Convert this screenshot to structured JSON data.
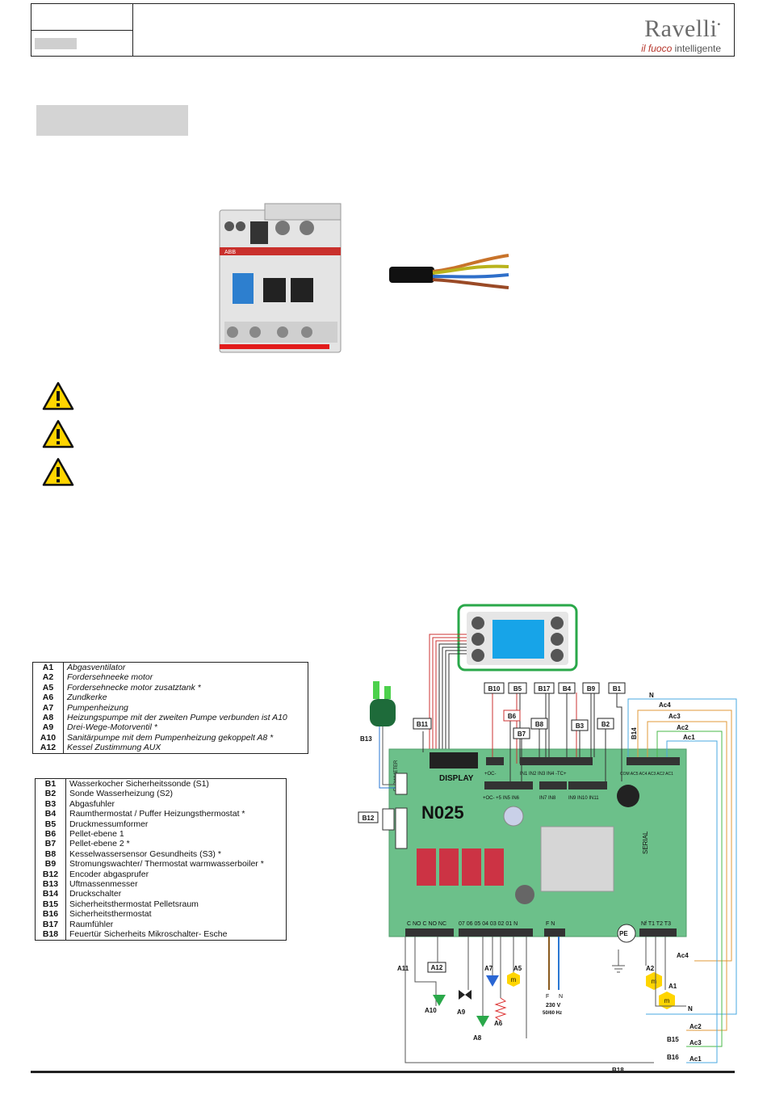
{
  "header": {
    "brand": "Ravelli",
    "tagline_italic": "il fuoco",
    "tagline_rest": "intelligente"
  },
  "breaker_brand": "ABB",
  "table_a": [
    {
      "code": "A1",
      "desc": "Abgasventilator"
    },
    {
      "code": "A2",
      "desc": "Fordersehneeke motor"
    },
    {
      "code": "A5",
      "desc": "Fordersehnecke motor zusatztank *"
    },
    {
      "code": "A6",
      "desc": "Zundkerke"
    },
    {
      "code": "A7",
      "desc": "Pumpenheizung"
    },
    {
      "code": "A8",
      "desc": "Heizungspumpe mit der zweiten Pumpe verbunden ist A10"
    },
    {
      "code": "A9",
      "desc": "Drei-Wege-Motorventil *"
    },
    {
      "code": "A10",
      "desc": "Sanitärpumpe mit dem Pumpenheizung gekoppelt A8 *"
    },
    {
      "code": "A12",
      "desc": "Kessel Zustimmung AUX"
    }
  ],
  "table_b": [
    {
      "code": "B1",
      "desc": "Wasserkocher Sicherheitssonde (S1)"
    },
    {
      "code": "B2",
      "desc": "Sonde Wasserheizung (S2)"
    },
    {
      "code": "B3",
      "desc": "Abgasfuhler"
    },
    {
      "code": "B4",
      "desc": "Raumthermostat / Puffer Heizungsthermostat *"
    },
    {
      "code": "B5",
      "desc": "Druckmessumformer"
    },
    {
      "code": "B6",
      "desc": "Pellet-ebene 1"
    },
    {
      "code": "B7",
      "desc": "Pellet-ebene 2 *"
    },
    {
      "code": "B8",
      "desc": "Kesselwassersensor Gesundheits (S3) *"
    },
    {
      "code": "B9",
      "desc": "Stromungswachter/ Thermostat warmwasserboiler *"
    },
    {
      "code": "B12",
      "desc": "Encoder abgasprufer"
    },
    {
      "code": "B13",
      "desc": "Uftmassenmesser"
    },
    {
      "code": "B14",
      "desc": "Druckschalter"
    },
    {
      "code": "B15",
      "desc": "Sicherheitsthermostat Pelletsraum"
    },
    {
      "code": "B16",
      "desc": "Sicherheitsthermostat"
    },
    {
      "code": "B17",
      "desc": "Raumfühler"
    },
    {
      "code": "B18",
      "desc": "Feuertür Sicherheits Mikroschalter- Esche"
    }
  ],
  "diagram": {
    "board_name": "N025",
    "display_label": "DISPLAY",
    "flowmeter_label": "FLOWMETER",
    "serial_label": "SERIAL",
    "pe_label": "PE",
    "power_f": "F",
    "power_n": "N",
    "power_voltage": "230 V",
    "power_freq": "50/60 Hz",
    "n_label": "N",
    "top_codes": [
      "B10",
      "B5",
      "B17",
      "B4",
      "B9",
      "B1"
    ],
    "b6": "B6",
    "b7": "B7",
    "b8": "B8",
    "b3": "B3",
    "b2": "B2",
    "b11": "B11",
    "b13": "B13",
    "b12": "B12",
    "b14": "B14",
    "b15": "B15",
    "b16": "B16",
    "b18": "B18",
    "a_codes": {
      "a11": "A11",
      "a12": "A12",
      "a7": "A7",
      "a5": "A5",
      "a10": "A10",
      "a9": "A9",
      "a8": "A8",
      "a6": "A6",
      "a2": "A2",
      "a1": "A1"
    },
    "ac_codes": [
      "Ac4",
      "Ac3",
      "Ac2",
      "Ac1"
    ],
    "m_label": "m",
    "top_conn_1": "+OC-",
    "top_conn_2": "IN1 IN2 IN3 IN4 -TC+",
    "top_conn_3": "COM AC5 AC4 AC3 AC2 AC1",
    "mid_conn_1": "+OC- +5 IN5 IN6",
    "mid_conn_2": "IN7 IN8",
    "mid_conn_3": "IN9 IN10 IN11",
    "bot_conn_1": "C NO C NO NC",
    "bot_conn_2": "07 06 05 04 03 02 01 N",
    "bot_conn_3": "F N",
    "bot_conn_4": "Nf T1 T2 T3"
  }
}
